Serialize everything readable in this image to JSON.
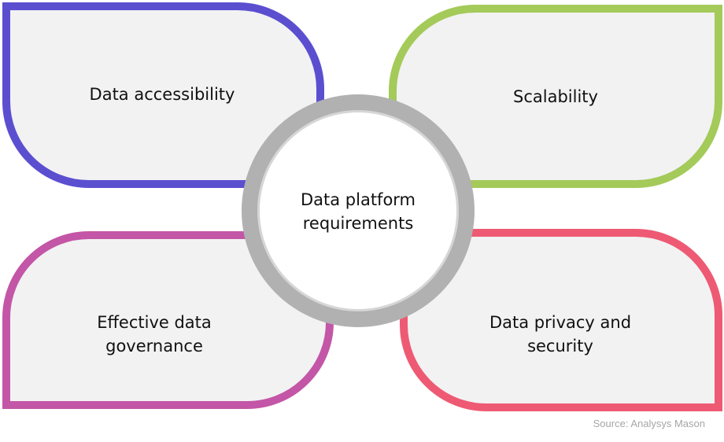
{
  "diagram": {
    "center": {
      "label": "Data platform requirements"
    },
    "petals": [
      {
        "label": "Data accessibility",
        "color": "#5b4fd0"
      },
      {
        "label": "Scalability",
        "color": "#a4ca5a"
      },
      {
        "label": "Effective data governance",
        "color": "#c356a6"
      },
      {
        "label": "Data privacy and security",
        "color": "#ee5a73"
      }
    ]
  },
  "footer": {
    "source": "Source: Analysys Mason"
  }
}
